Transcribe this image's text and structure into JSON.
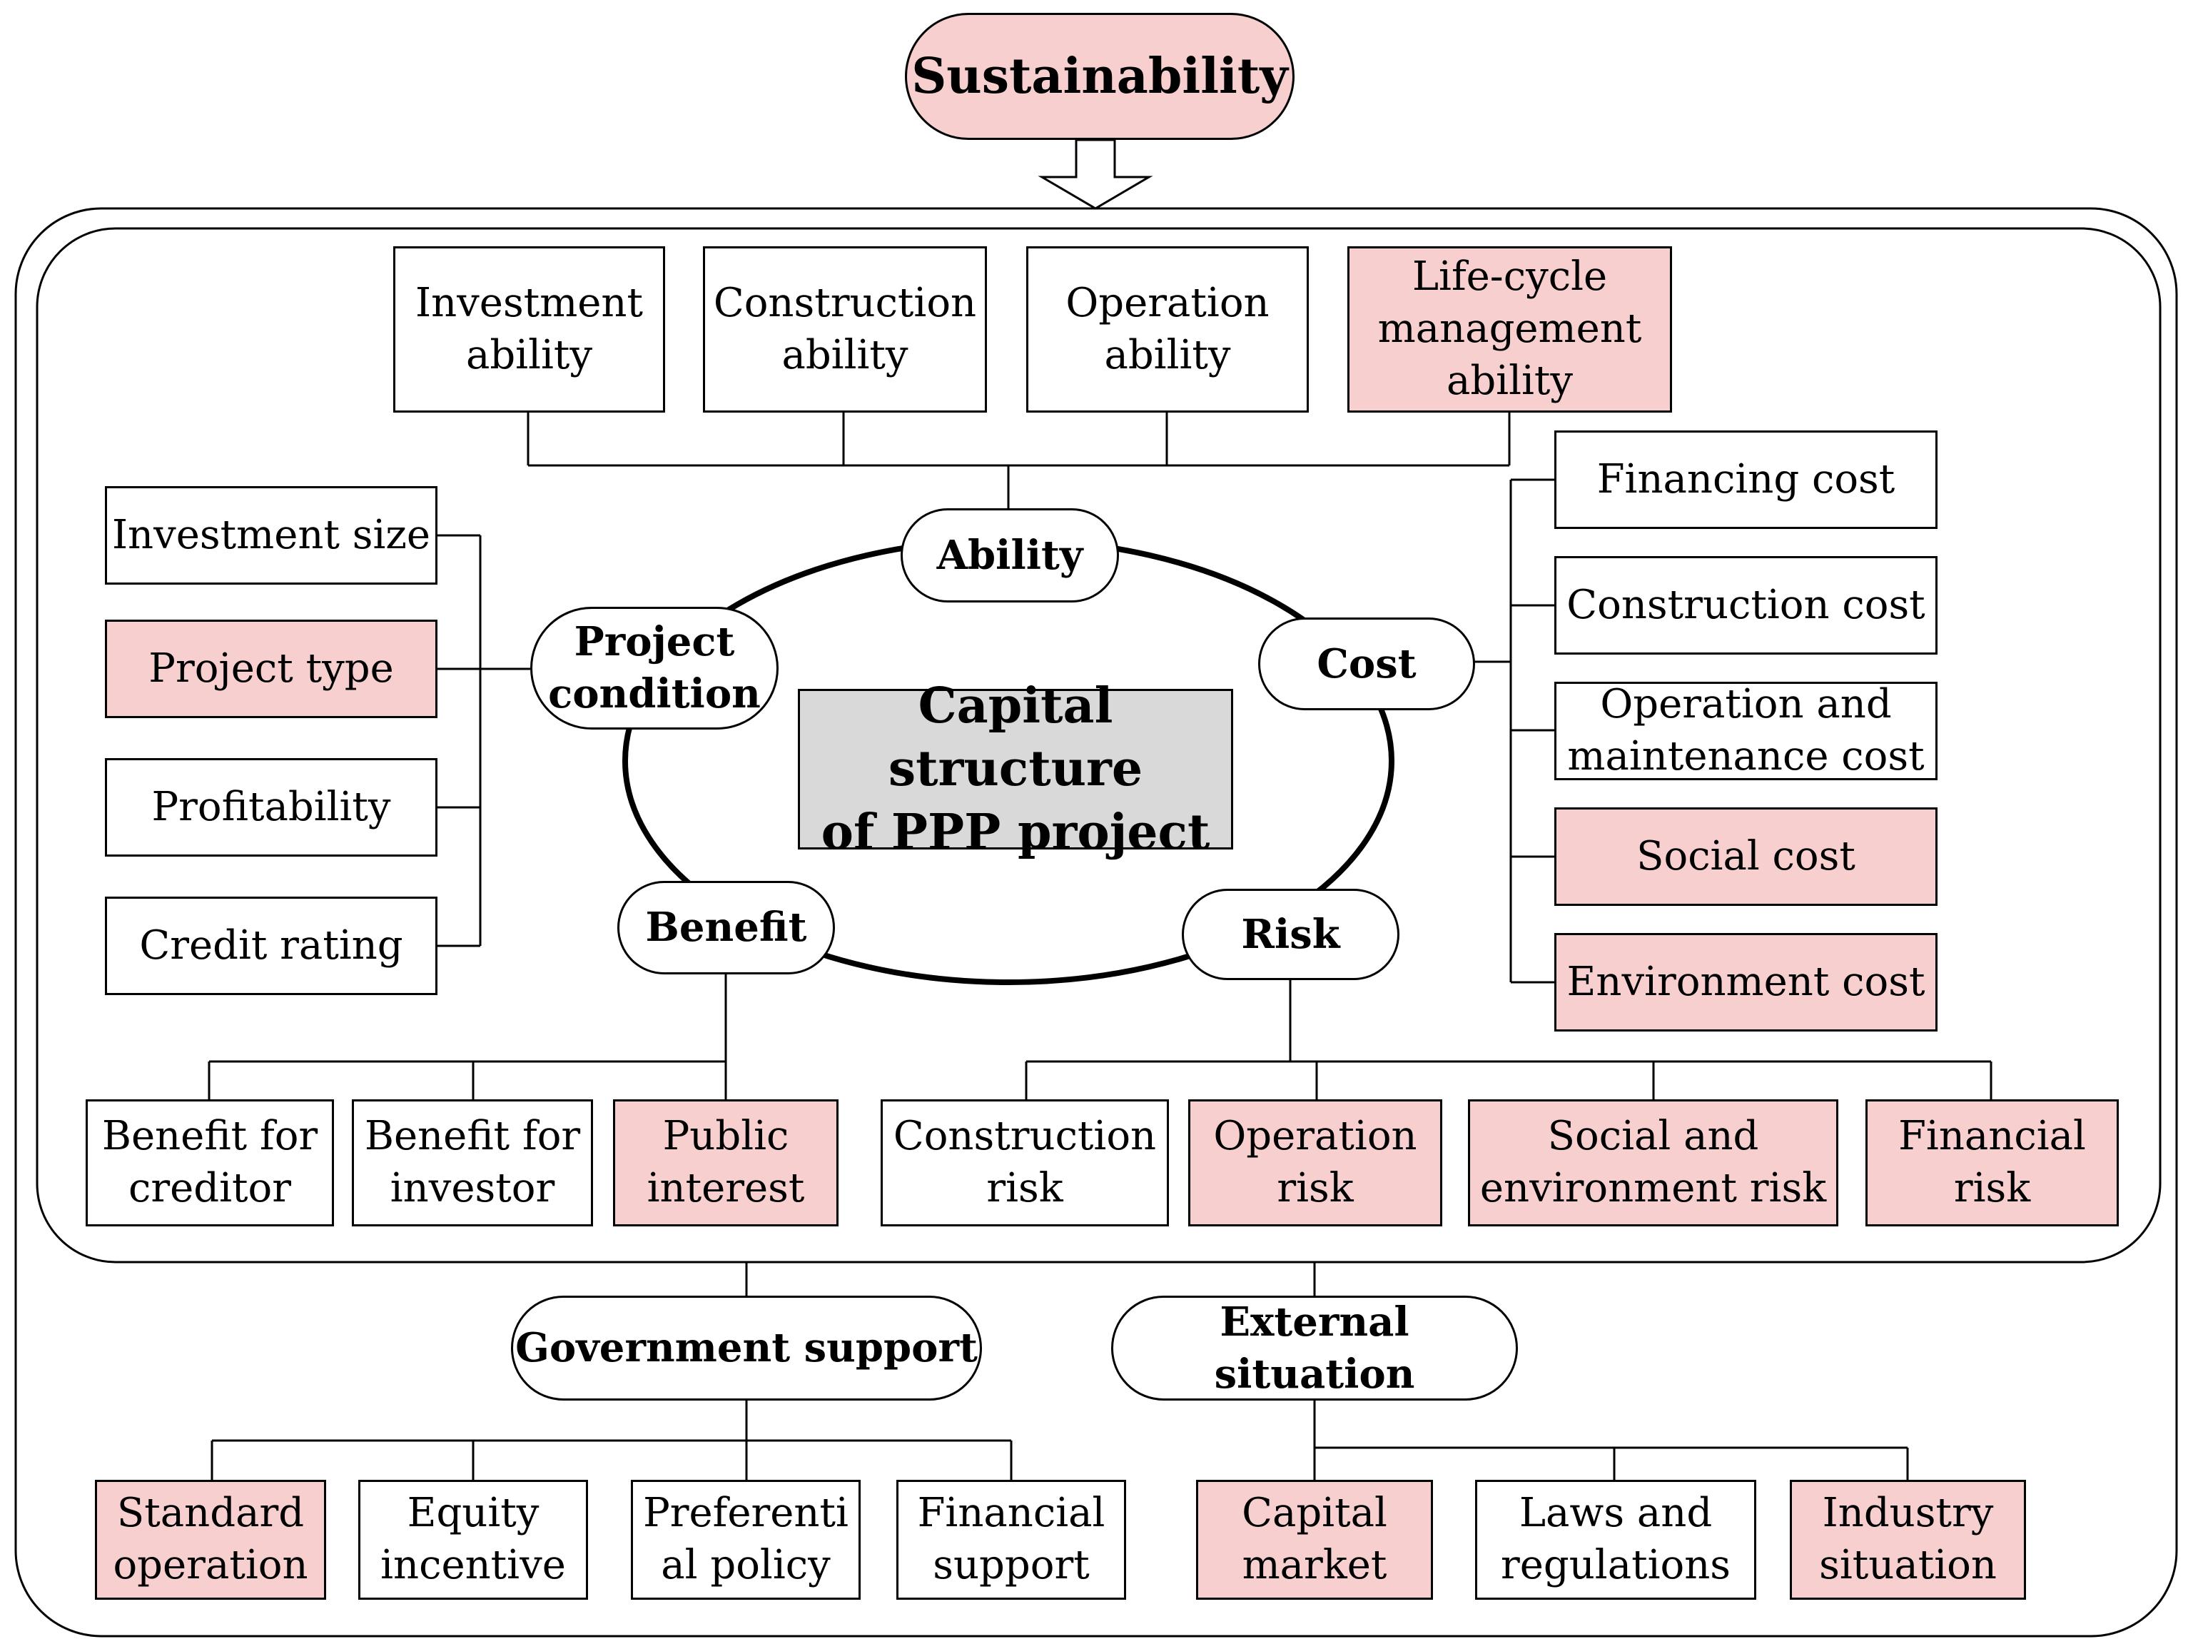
{
  "colors": {
    "highlight": "#f8cfcf",
    "center": "#d9d9d9",
    "stroke": "#000000"
  },
  "top": {
    "label": "Sustainability"
  },
  "center": {
    "label": "Capital structure\nof PPP project"
  },
  "hubs": {
    "ability": "Ability",
    "cost": "Cost",
    "project_condition": "Project\ncondition",
    "benefit": "Benefit",
    "risk": "Risk",
    "government_support": "Government support",
    "external_situation": "External situation"
  },
  "ability_items": [
    {
      "label": "Investment\nability",
      "highlight": false
    },
    {
      "label": "Construction\nability",
      "highlight": false
    },
    {
      "label": "Operation\nability",
      "highlight": false
    },
    {
      "label": "Life-cycle\nmanagement\nability",
      "highlight": true
    }
  ],
  "cost_items": [
    {
      "label": "Financing cost",
      "highlight": false
    },
    {
      "label": "Construction cost",
      "highlight": false
    },
    {
      "label": "Operation and\nmaintenance cost",
      "highlight": false
    },
    {
      "label": "Social cost",
      "highlight": true
    },
    {
      "label": "Environment cost",
      "highlight": true
    }
  ],
  "condition_items": [
    {
      "label": "Investment size",
      "highlight": false
    },
    {
      "label": "Project type",
      "highlight": true
    },
    {
      "label": "Profitability",
      "highlight": false
    },
    {
      "label": "Credit rating",
      "highlight": false
    }
  ],
  "benefit_items": [
    {
      "label": "Benefit for\ncreditor",
      "highlight": false
    },
    {
      "label": "Benefit for\ninvestor",
      "highlight": false
    },
    {
      "label": "Public\ninterest",
      "highlight": true
    }
  ],
  "risk_items": [
    {
      "label": "Construction\nrisk",
      "highlight": false
    },
    {
      "label": "Operation\nrisk",
      "highlight": true
    },
    {
      "label": "Social and\nenvironment risk",
      "highlight": true
    },
    {
      "label": "Financial\nrisk",
      "highlight": true
    }
  ],
  "gov_items": [
    {
      "label": "Standard\noperation",
      "highlight": true
    },
    {
      "label": "Equity\nincentive",
      "highlight": false
    },
    {
      "label": "Preferenti\nal policy",
      "highlight": false
    },
    {
      "label": "Financial\nsupport",
      "highlight": false
    }
  ],
  "ext_items": [
    {
      "label": "Capital\nmarket",
      "highlight": true
    },
    {
      "label": "Laws and\nregulations",
      "highlight": false
    },
    {
      "label": "Industry\nsituation",
      "highlight": true
    }
  ]
}
